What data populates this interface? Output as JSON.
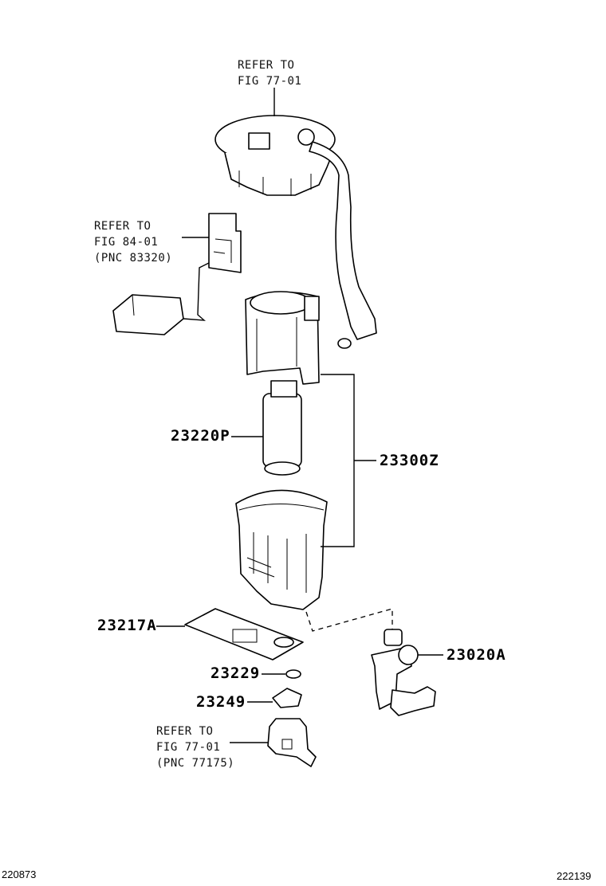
{
  "refs": {
    "top": {
      "line1": "REFER TO",
      "line2": "FIG 77-01"
    },
    "sender": {
      "line1": "REFER TO",
      "line2": "FIG 84-01",
      "line3": "(PNC 83320)"
    },
    "bottom": {
      "line1": "REFER TO",
      "line2": "FIG 77-01",
      "line3": "(PNC 77175)"
    }
  },
  "parts": {
    "pump": "23220P",
    "filter_assy": "23300Z",
    "strainer": "23217A",
    "ring": "23229",
    "retainer": "23249",
    "regulator": "23020A"
  },
  "codes": {
    "left": "220873",
    "right": "222139"
  }
}
